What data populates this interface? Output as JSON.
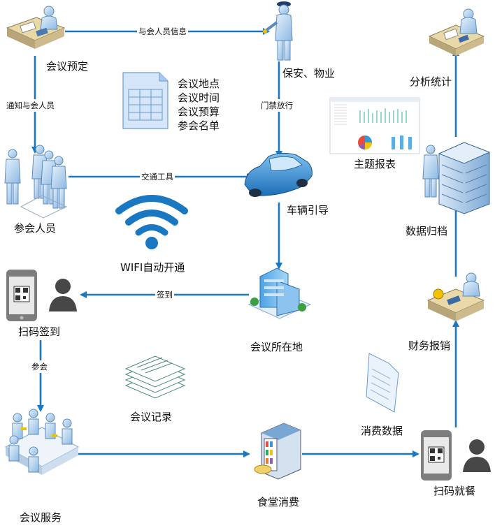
{
  "nodes": {
    "meeting_booking": "会议预定",
    "security": "保安、物业",
    "participants": "参会人员",
    "vehicle_guide": "车辆引导",
    "wifi": "WIFI自动开通",
    "scan_checkin": "扫码签到",
    "venue": "会议所在地",
    "meeting_record": "会议记录",
    "meeting_service": "会议服务",
    "canteen": "食堂消费",
    "scan_meal": "扫码就餐",
    "consumption_data": "消费数据",
    "finance": "财务报销",
    "data_archive": "数据归档",
    "theme_report": "主题报表",
    "analysis": "分析统计"
  },
  "edges": {
    "booking_to_security": "与会人员信息",
    "booking_to_participants": "通知与会人员",
    "security_to_vehicle": "门禁放行",
    "participants_to_vehicle": "交通工具",
    "venue_to_checkin": "签到",
    "checkin_to_service": "参会"
  },
  "meeting_info": [
    "会议地点",
    "会议时间",
    "会议预算",
    "参会名单"
  ],
  "colors": {
    "arrow": "#1a78c2",
    "accent": "#2f8fd8"
  }
}
